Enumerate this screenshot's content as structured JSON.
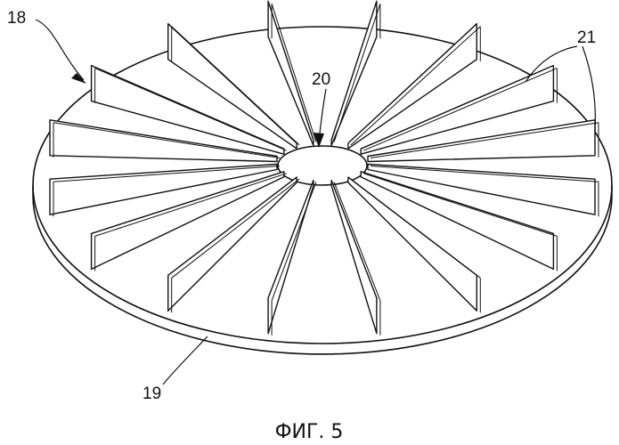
{
  "figure": {
    "caption": "ФИГ. 5",
    "labels": {
      "impeller": "18",
      "disc": "19",
      "hub_opening": "20",
      "blades": "21"
    },
    "blade_count": 16
  }
}
